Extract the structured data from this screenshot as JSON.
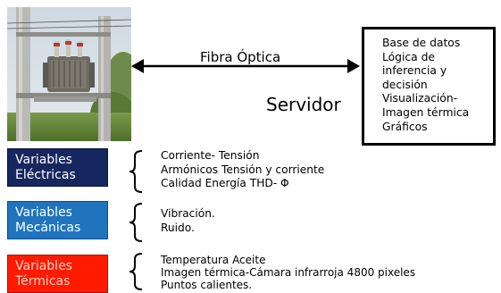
{
  "link": {
    "label": "Fibra Óptica"
  },
  "server": {
    "label": "Servidor",
    "items": [
      "Base de datos",
      "Lógica de",
      "inferencia y",
      "decisión",
      "Visualización-",
      "Imagen térmica",
      "Gráficos"
    ]
  },
  "variables": [
    {
      "title": [
        "Variables",
        "Eléctricas"
      ],
      "color": "#16275f",
      "items": [
        "Corriente- Tensión",
        "Armónicos Tensión y corriente",
        "Calidad Energía THD- Φ"
      ]
    },
    {
      "title": [
        "Variables",
        "Mecánicas"
      ],
      "color": "#1f74bd",
      "items": [
        "Vibración.",
        "Ruido."
      ]
    },
    {
      "title": [
        "Variables",
        "Térmicas"
      ],
      "color": "#ff1a00",
      "items": [
        "Temperatura Aceite",
        "Imagen térmica-Cámara infrarroja 4800 pixeles",
        "Puntos calientes."
      ]
    }
  ]
}
